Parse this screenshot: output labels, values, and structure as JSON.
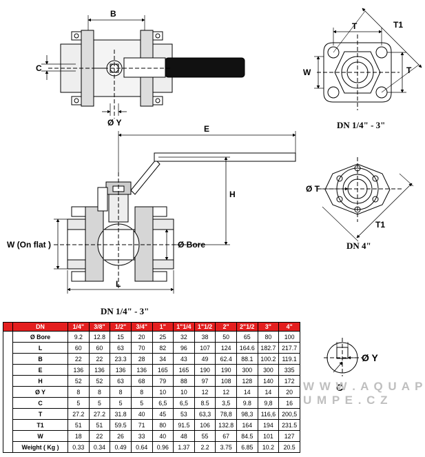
{
  "labels": {
    "top_view": {
      "b": "B",
      "c": "C",
      "y": "Ø Y"
    },
    "side_view": {
      "e": "E",
      "h": "H",
      "w": "W (On flat )",
      "bore": "Ø Bore",
      "l": "L"
    },
    "flange_small": {
      "t_top": "T",
      "t_right": "T",
      "t1": "T1",
      "w": "W"
    },
    "flange_large": {
      "t": "Ø T",
      "t1": "T1"
    },
    "stem_detail": {
      "y": "Ø Y",
      "c": "C"
    }
  },
  "captions": {
    "side_view": "DN 1/4\" -  3\"",
    "flange_small": "DN 1/4\" -  3\"",
    "flange_large": "DN 4\""
  },
  "table": {
    "columns": [
      "DN",
      "1/4\"",
      "3/8\"",
      "1/2\"",
      "3/4\"",
      "1\"",
      "1\"1/4",
      "1\"1/2",
      "2\"",
      "2\"1/2",
      "3\"",
      "4\""
    ],
    "rows": [
      {
        "label": "Ø Bore",
        "values": [
          "9.2",
          "12.8",
          "15",
          "20",
          "25",
          "32",
          "38",
          "50",
          "65",
          "80",
          "100"
        ]
      },
      {
        "label": "L",
        "values": [
          "60",
          "60",
          "63",
          "70",
          "82",
          "96",
          "107",
          "124",
          "164.6",
          "182.7",
          "217.7"
        ]
      },
      {
        "label": "B",
        "values": [
          "22",
          "22",
          "23.3",
          "28",
          "34",
          "43",
          "49",
          "62.4",
          "88.1",
          "100.2",
          "119.1"
        ]
      },
      {
        "label": "E",
        "values": [
          "136",
          "136",
          "136",
          "136",
          "165",
          "165",
          "190",
          "190",
          "300",
          "300",
          "335"
        ]
      },
      {
        "label": "H",
        "values": [
          "52",
          "52",
          "63",
          "68",
          "79",
          "88",
          "97",
          "108",
          "128",
          "140",
          "172"
        ]
      },
      {
        "label": "Ø Y",
        "values": [
          "8",
          "8",
          "8",
          "8",
          "10",
          "10",
          "12",
          "12",
          "14",
          "14",
          "20"
        ]
      },
      {
        "label": "C",
        "values": [
          "5",
          "5",
          "5",
          "5",
          "6,5",
          "6,5",
          "8.5",
          "3,5",
          "9.8",
          "9,8",
          "16"
        ]
      },
      {
        "label": "T",
        "values": [
          "27.2",
          "27.2",
          "31.8",
          "40",
          "45",
          "53",
          "63,3",
          "78,8",
          "98,3",
          "116,6",
          "200,5"
        ]
      },
      {
        "label": "T1",
        "values": [
          "51",
          "51",
          "59.5",
          "71",
          "80",
          "91.5",
          "106",
          "132.8",
          "164",
          "194",
          "231.5"
        ]
      },
      {
        "label": "W",
        "values": [
          "18",
          "22",
          "26",
          "33",
          "40",
          "48",
          "55",
          "67",
          "84.5",
          "101",
          "127"
        ]
      },
      {
        "label": "Weight ( Kg )",
        "values": [
          "0.33",
          "0.34",
          "0.49",
          "0.64",
          "0.96",
          "1.37",
          "2.2",
          "3.75",
          "6.85",
          "10.2",
          "20.5"
        ]
      }
    ]
  },
  "watermark": "W W W . A Q U A P U M P E . C Z",
  "colors": {
    "header_bg": "#e41f1f",
    "header_text": "#ffffff",
    "line": "#000000",
    "watermark": "#bfbfbf"
  }
}
